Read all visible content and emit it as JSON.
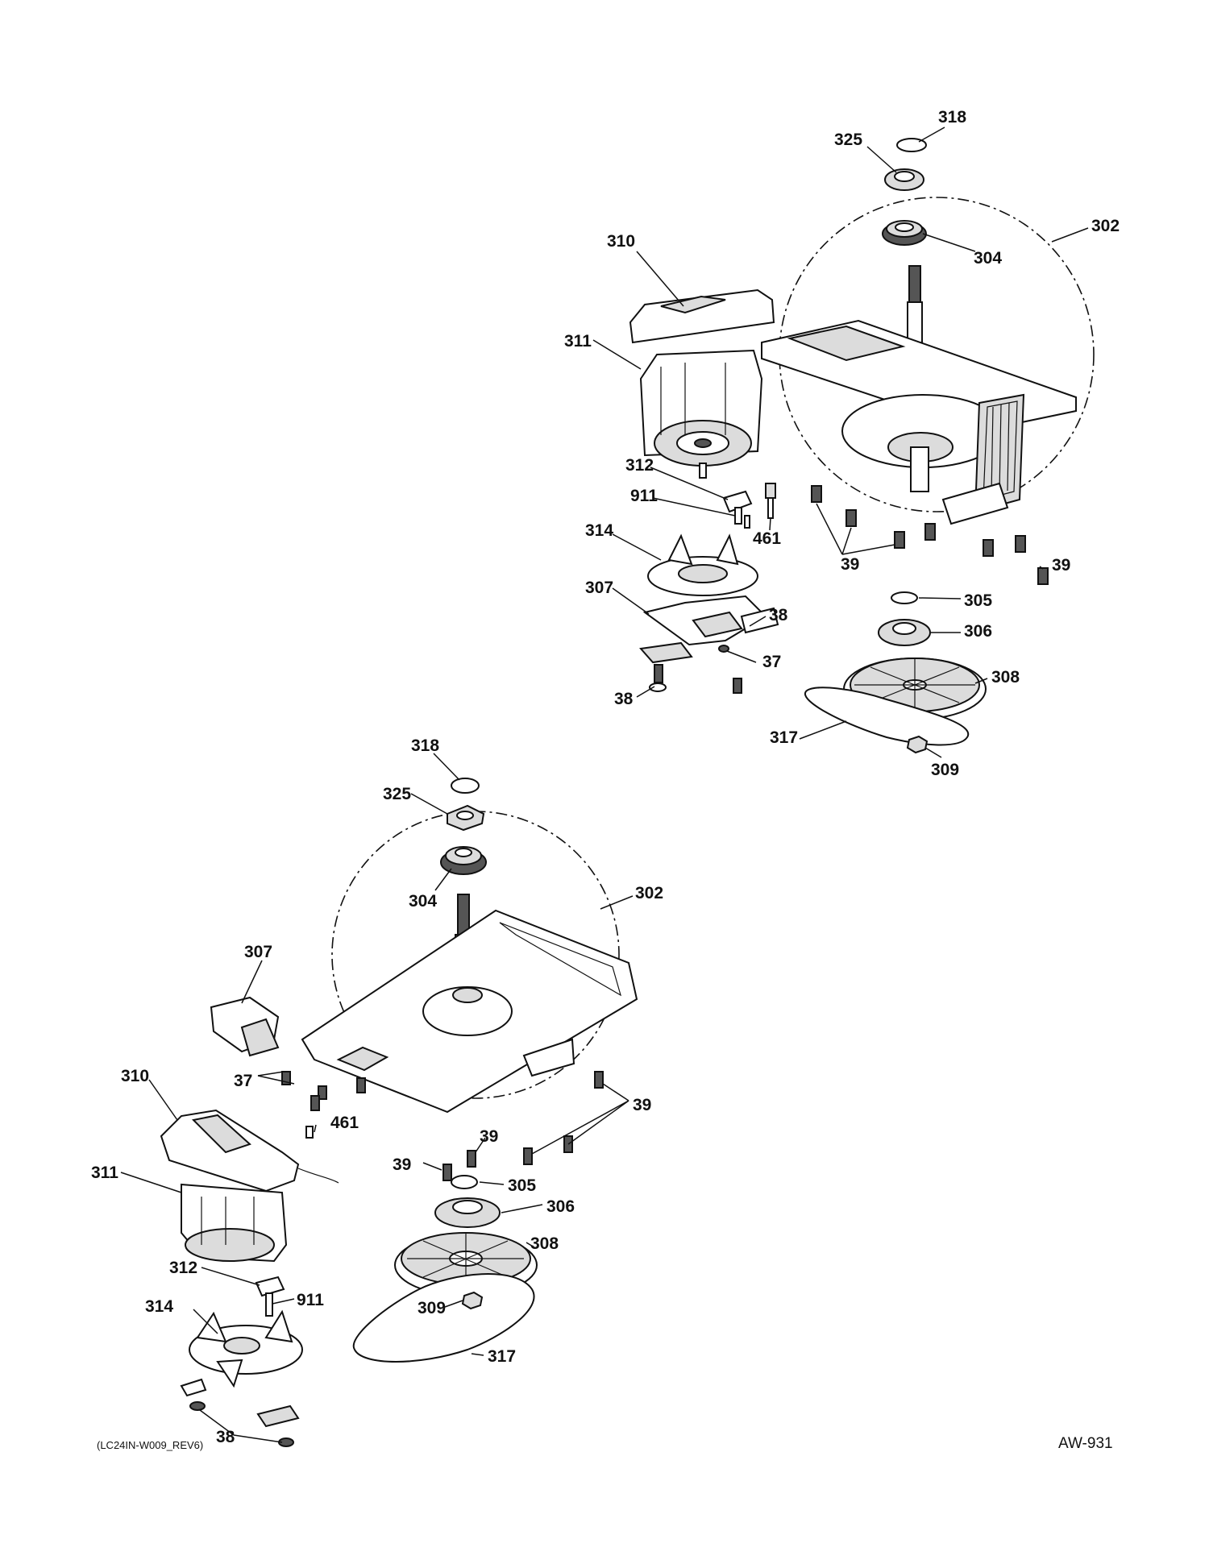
{
  "callouts": {
    "upper": {
      "c318": "318",
      "c325": "325",
      "c302": "302",
      "c304": "304",
      "c310": "310",
      "c311": "311",
      "c312": "312",
      "c911": "911",
      "c461": "461",
      "c39a": "39",
      "c39b": "39",
      "c314": "314",
      "c307": "307",
      "c38a": "38",
      "c37": "37",
      "c38b": "38",
      "c305": "305",
      "c306": "306",
      "c308": "308",
      "c317": "317",
      "c309": "309"
    },
    "lower": {
      "c318": "318",
      "c325": "325",
      "c304": "304",
      "c302": "302",
      "c307": "307",
      "c310": "310",
      "c37": "37",
      "c461": "461",
      "c39a": "39",
      "c39b": "39",
      "c39c": "39",
      "c305": "305",
      "c311": "311",
      "c306": "306",
      "c308": "308",
      "c312": "312",
      "c911": "911",
      "c314": "314",
      "c309": "309",
      "c317": "317",
      "c38": "38"
    }
  },
  "footer": {
    "left_code": "(LC24IN-W009_REV6)",
    "right_code": "AW-931"
  }
}
